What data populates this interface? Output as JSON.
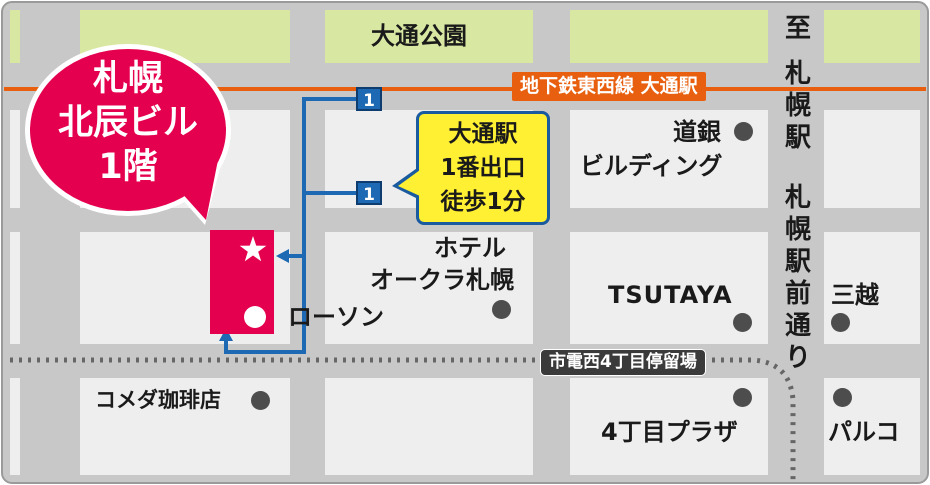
{
  "map": {
    "park": "大通公園",
    "subway_line": "地下鉄東西線 大通駅",
    "destination": {
      "line1": "札幌",
      "line2": "北辰ビル",
      "line3": "1階"
    },
    "exit_callout": {
      "line1": "大通駅",
      "line2": "1番出口",
      "line3": "徒歩1分"
    },
    "exit_number": "1",
    "tram_stop": "市電西4丁目停留場",
    "direction_marker": "至",
    "station": "札幌駅",
    "avenue": "札幌駅前通り",
    "landmarks": {
      "dogin_l1": "道銀",
      "dogin_l2": "ビルディング",
      "hotel_l1": "ホテル",
      "hotel_l2": "オークラ札幌",
      "lawson": "ローソン",
      "tsutaya": "TSUTAYA",
      "mitsukoshi": "三越",
      "komeda": "コメダ珈琲店",
      "plaza": "4丁目プラザ",
      "parco": "パルコ"
    },
    "colors": {
      "block": "#eeeeee",
      "park": "#d8e8a3",
      "road": "#c8c8c8",
      "subway": "#e8600f",
      "route": "#1d69b3",
      "callout_fill": "#fff033",
      "building": "#e5004f",
      "tram_track": "#666666"
    },
    "icons": [
      "star-icon",
      "circle-marker-icon"
    ]
  }
}
